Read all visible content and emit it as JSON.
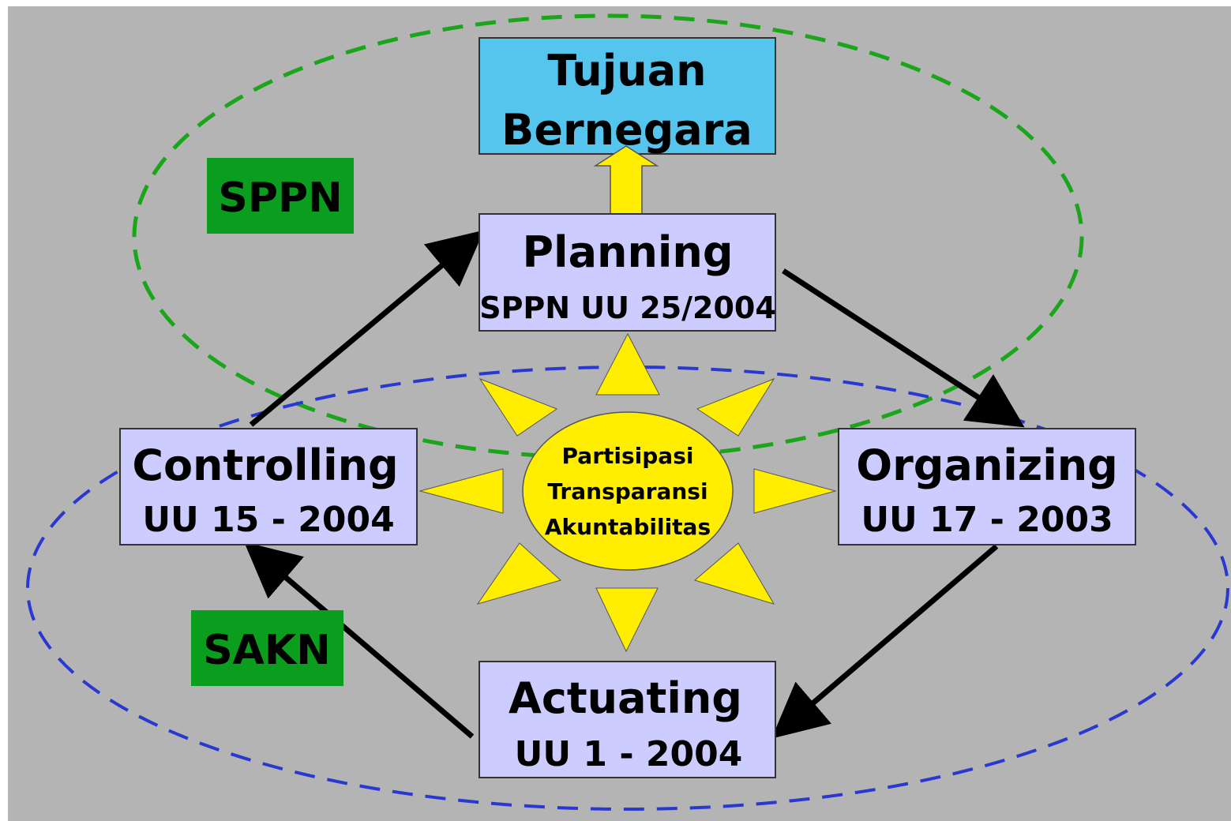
{
  "colors": {
    "background": "#b4b4b4",
    "process_box": "#ccccff",
    "goal_box": "#55c5ee",
    "badge": "#0a9d1e",
    "sun": "#ffee00",
    "green_ellipse": "#1aa51a",
    "blue_ellipse": "#2838d0",
    "arrow": "#000000",
    "up_arrow": "#ffee00"
  },
  "goal": {
    "line1": "Tujuan",
    "line2": "Bernegara"
  },
  "planning": {
    "title": "Planning",
    "subtitle": "SPPN UU 25/2004"
  },
  "organizing": {
    "title": "Organizing",
    "subtitle": "UU 17 - 2003"
  },
  "actuating": {
    "title": "Actuating",
    "subtitle": "UU 1 - 2004"
  },
  "controlling": {
    "title": "Controlling",
    "subtitle": "UU 15 - 2004"
  },
  "badges": {
    "sppn": "SPPN",
    "sakn": "SAKN"
  },
  "center": {
    "line1": "Partisipasi",
    "line2": "Transparansi",
    "line3": "Akuntabilitas"
  }
}
